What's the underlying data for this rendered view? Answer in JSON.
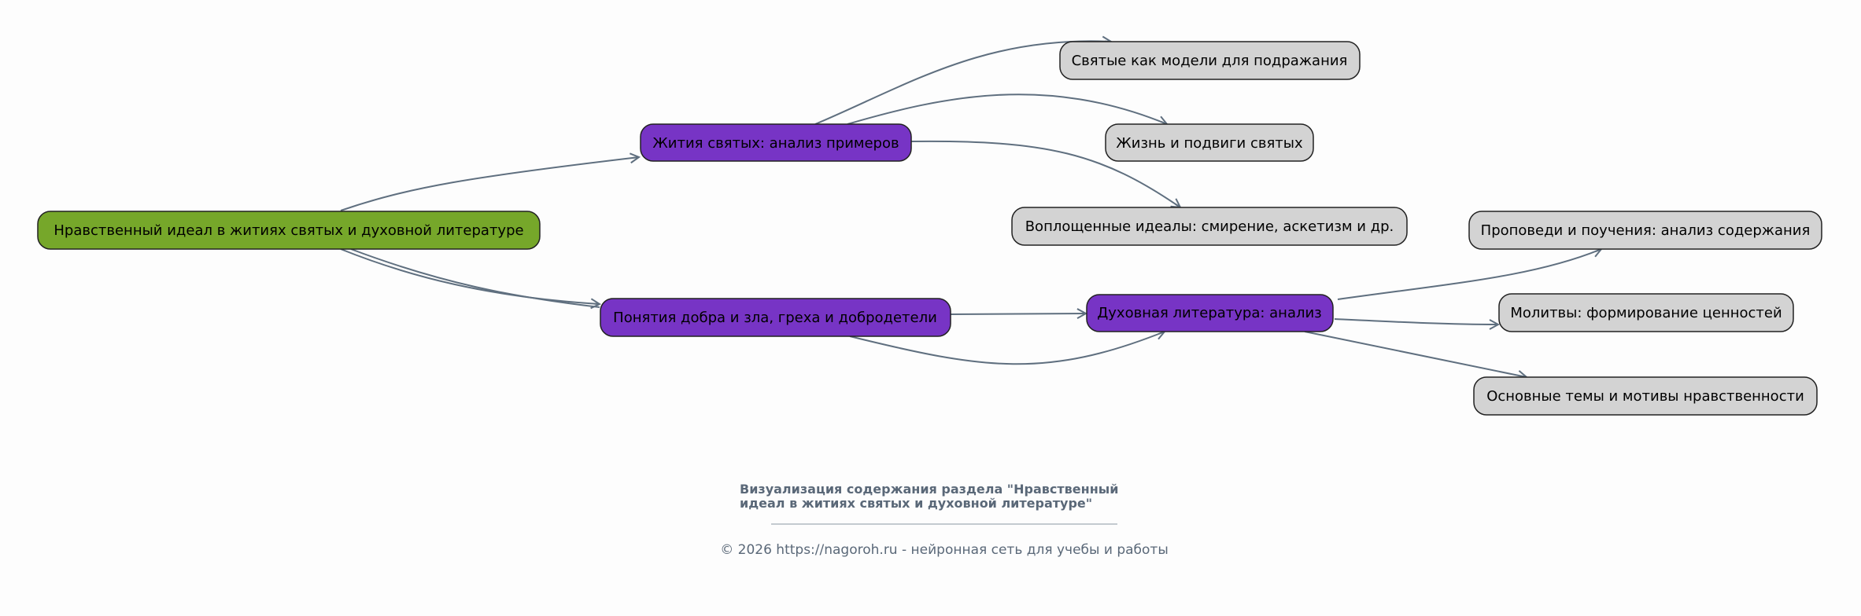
{
  "colors": {
    "root": "#76a72a",
    "branch": "#7734c5",
    "leaf": "#d3d3d3",
    "edge": "#5f6f7f"
  },
  "nodes": {
    "root": "Нравственный идеал в житиях святых и духовной литературе",
    "lives": "Жития святых: анализ примеров",
    "concepts": "Понятия добра и зла, греха и добродетели",
    "spiritual_lit": "Духовная литература: анализ",
    "role_models": "Святые как модели для подражания",
    "life_feats": "Жизнь и подвиги святых",
    "ideals": "Воплощенные идеалы: смирение, аскетизм и др.",
    "sermons": "Проповеди и поучения: анализ содержания",
    "prayers": "Молитвы: формирование ценностей",
    "themes": "Основные темы и мотивы нравственности"
  },
  "caption": {
    "title_line1": "Визуализация содержания раздела \"Нравственный",
    "title_line2": "идеал в житиях святых и духовной литературе\"",
    "footer": "© 2026 https://nagoroh.ru - нейронная сеть для учебы и работы"
  }
}
